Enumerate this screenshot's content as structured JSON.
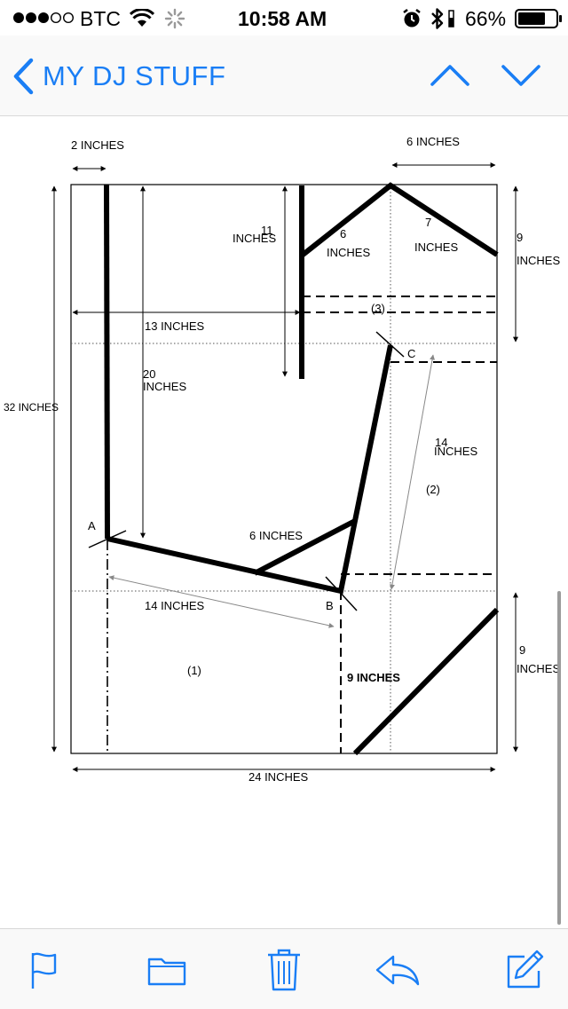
{
  "status": {
    "carrier": "BTC",
    "time": "10:58 AM",
    "battery": "66%"
  },
  "nav": {
    "back_label": "MY DJ STUFF"
  },
  "pattern": {
    "label_2in": "2 INCHES",
    "label_6in_top": "6 INCHES",
    "label_11": "11",
    "label_11_unit": "INCHES",
    "label_6": "6",
    "label_6_unit": "INCHES",
    "label_7": "7",
    "label_7_unit": "INCHES",
    "label_9_top": "9",
    "label_9_top_unit": "INCHES",
    "label_13in": "13 INCHES",
    "label_3": "(3)",
    "label_c": "C",
    "label_32in": "32 INCHES",
    "label_20": "20",
    "label_20_unit": "INCHES",
    "label_14_right": "14",
    "label_14_right_unit": "INCHES",
    "label_2": "(2)",
    "label_a": "A",
    "label_6in_mid": "6 INCHES",
    "label_b": "B",
    "label_14in_bottom": "14 INCHES",
    "label_1": "(1)",
    "label_9in_mid": "9 INCHES",
    "label_9_bottom": "9",
    "label_9_bottom_unit": "INCHES",
    "label_24in": "24 INCHES"
  },
  "toolbar": {
    "flag": "flag-icon",
    "folder": "folder-icon",
    "trash": "trash-icon",
    "reply": "reply-icon",
    "compose": "compose-icon"
  }
}
